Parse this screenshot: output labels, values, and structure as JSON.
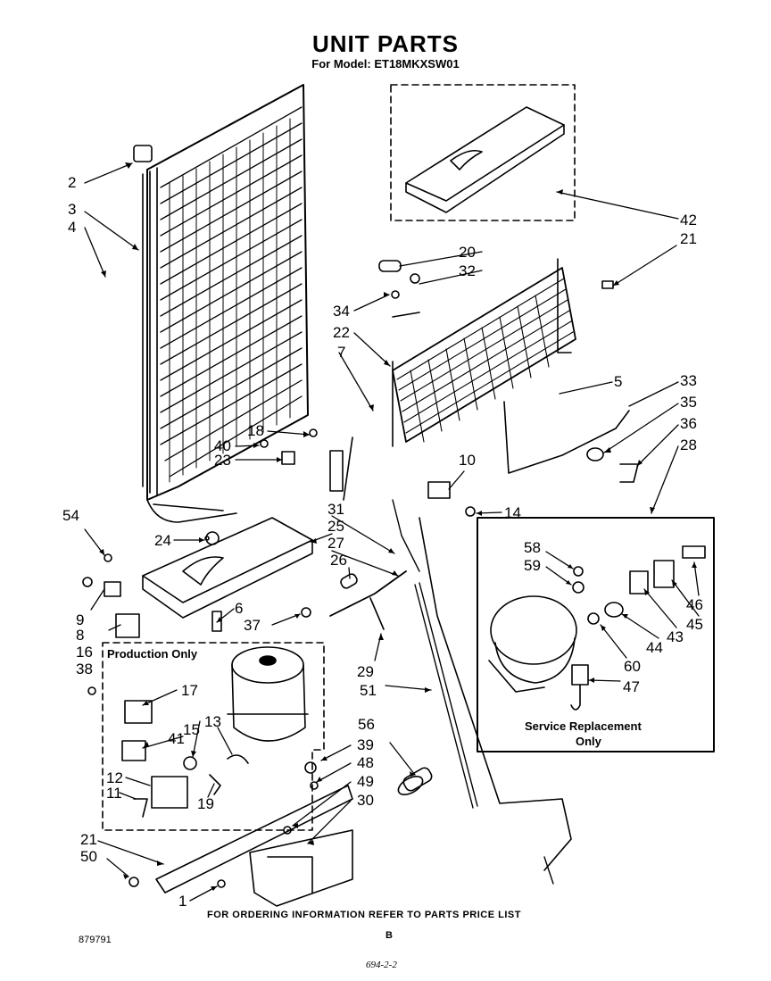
{
  "title": "UNIT PARTS",
  "subtitle": "For Model: ET18MKXSW01",
  "boxes": {
    "production": "Production Only",
    "service_line1": "Service Replacement",
    "service_line2": "Only"
  },
  "footer": {
    "ordering": "FOR ORDERING INFORMATION REFER TO PARTS PRICE LIST",
    "code": "879791",
    "page_letter": "B",
    "handwritten": "694-2-2"
  },
  "callouts": [
    "2",
    "3",
    "4",
    "42",
    "21",
    "20",
    "32",
    "34",
    "22",
    "7",
    "5",
    "33",
    "35",
    "36",
    "28",
    "18",
    "40",
    "23",
    "10",
    "14",
    "54",
    "24",
    "31",
    "25",
    "27",
    "26",
    "58",
    "59",
    "46",
    "45",
    "44",
    "43",
    "60",
    "47",
    "9",
    "8",
    "6",
    "37",
    "16",
    "38",
    "29",
    "51",
    "17",
    "15",
    "41",
    "13",
    "56",
    "39",
    "48",
    "49",
    "30",
    "12",
    "11",
    "19",
    "21",
    "50",
    "1"
  ]
}
